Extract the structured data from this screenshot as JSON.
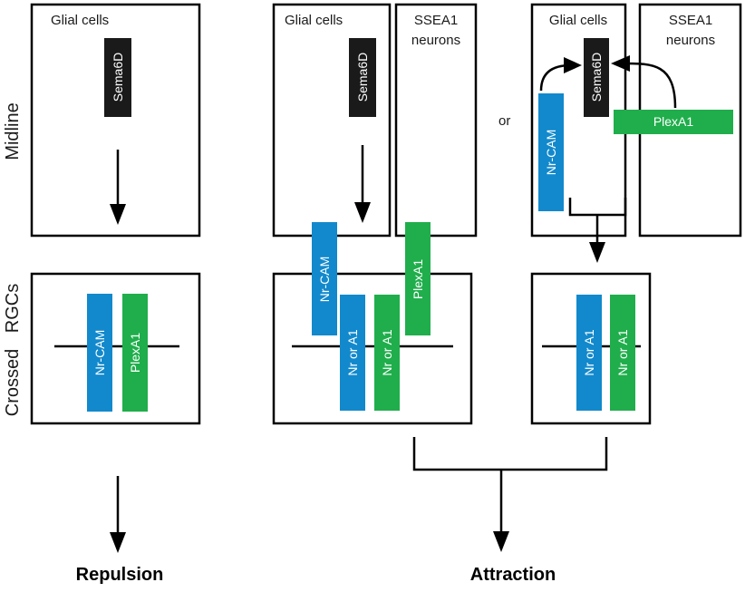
{
  "labels": {
    "glial_cells": "Glial cells",
    "ssea1_line1": "SSEA1",
    "ssea1_line2": "neurons",
    "sema6d": "Sema6D",
    "nrcam": "Nr-CAM",
    "plexa1": "PlexA1",
    "nr_or_a1": "Nr or A1",
    "or": "or",
    "midline": "Midline",
    "crossed": "Crossed",
    "rgcs": "RGCs",
    "repulsion": "Repulsion",
    "attraction": "Attraction"
  },
  "colors": {
    "blue": "#1289cc",
    "green": "#1fae4b",
    "black": "#1a1a1a"
  }
}
